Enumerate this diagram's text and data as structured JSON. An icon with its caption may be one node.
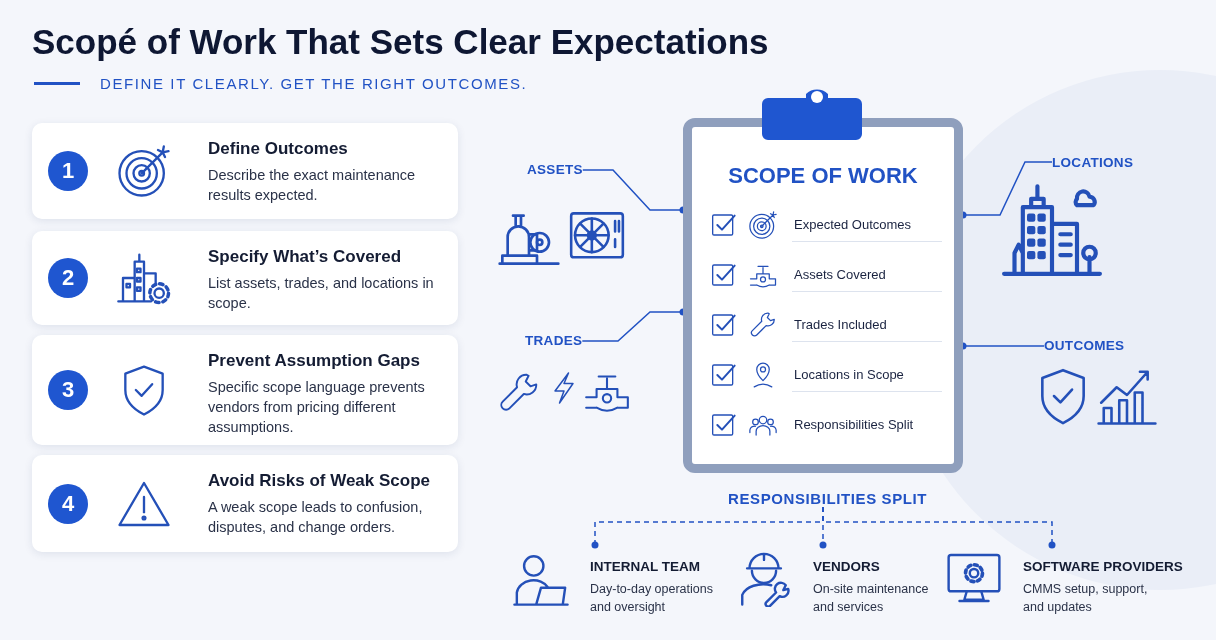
{
  "diagram": {
    "title": "Scopé of Work That Sets Clear Expectations",
    "nodes": [
      {
        "text": [
          "1",
          "Define Outcomes",
          "Describe the exact maintenance results expected."
        ]
      },
      {
        "text": [
          "2",
          "Specify What’s Covered",
          "List assets, trades, and locations in scope."
        ]
      },
      {
        "text": [
          "3",
          "Prevent Assumption Gaps",
          "Specific scope language prevents vendors from pricing different assumptions."
        ]
      },
      {
        "text": [
          "4",
          "Avoid Risks of Weak Scope",
          "A weak scope leads to confusion, disputes, and change orders."
        ]
      },
      {
        "text": [
          "ASSETS"
        ]
      },
      {
        "text": [
          "TRADES"
        ]
      },
      {
        "text": [
          "SCOPE OF WORK"
        ]
      },
      {
        "text": [
          "Expected Outcomes"
        ],
        "in": 6
      },
      {
        "text": [
          "Assets Covered"
        ],
        "in": 6
      },
      {
        "text": [
          "Trades Included"
        ],
        "in": 6
      },
      {
        "text": [
          "Locations in Scope"
        ],
        "in": 6
      },
      {
        "text": [
          "Responsibilities Split"
        ],
        "in": 6
      },
      {
        "text": [
          "LOCATIONS"
        ]
      },
      {
        "text": [
          "OUTCOMES"
        ]
      },
      {
        "text": [
          "RESPONSIBILITIES SPLIT"
        ]
      },
      {
        "text": [
          "INTERNAL TEAM",
          "Day-to-day operations and oversight"
        ]
      },
      {
        "text": [
          "VENDORS",
          "On-site maintenance and services"
        ]
      },
      {
        "text": [
          "SOFTWARE PROVIDERS",
          "CMMS setup, support, and updates"
        ]
      }
    ],
    "edges": [
      {
        "from": 4,
        "to": 6,
        "arrow": "other"
      },
      {
        "from": 5,
        "to": 6,
        "arrow": "other"
      },
      {
        "from": 12,
        "to": 6,
        "arrow": "other"
      },
      {
        "from": 13,
        "to": 6,
        "arrow": "other"
      },
      {
        "from": 14,
        "to": 15,
        "arrow": "other",
        "style": "dashed"
      },
      {
        "from": 14,
        "to": 16,
        "arrow": "other",
        "style": "dashed"
      },
      {
        "from": 14,
        "to": 17,
        "arrow": "other",
        "style": "dashed"
      }
    ],
    "labels": [
      "DEFINE IT CLEARLY. GET THE RIGHT OUTCOMES."
    ]
  }
}
